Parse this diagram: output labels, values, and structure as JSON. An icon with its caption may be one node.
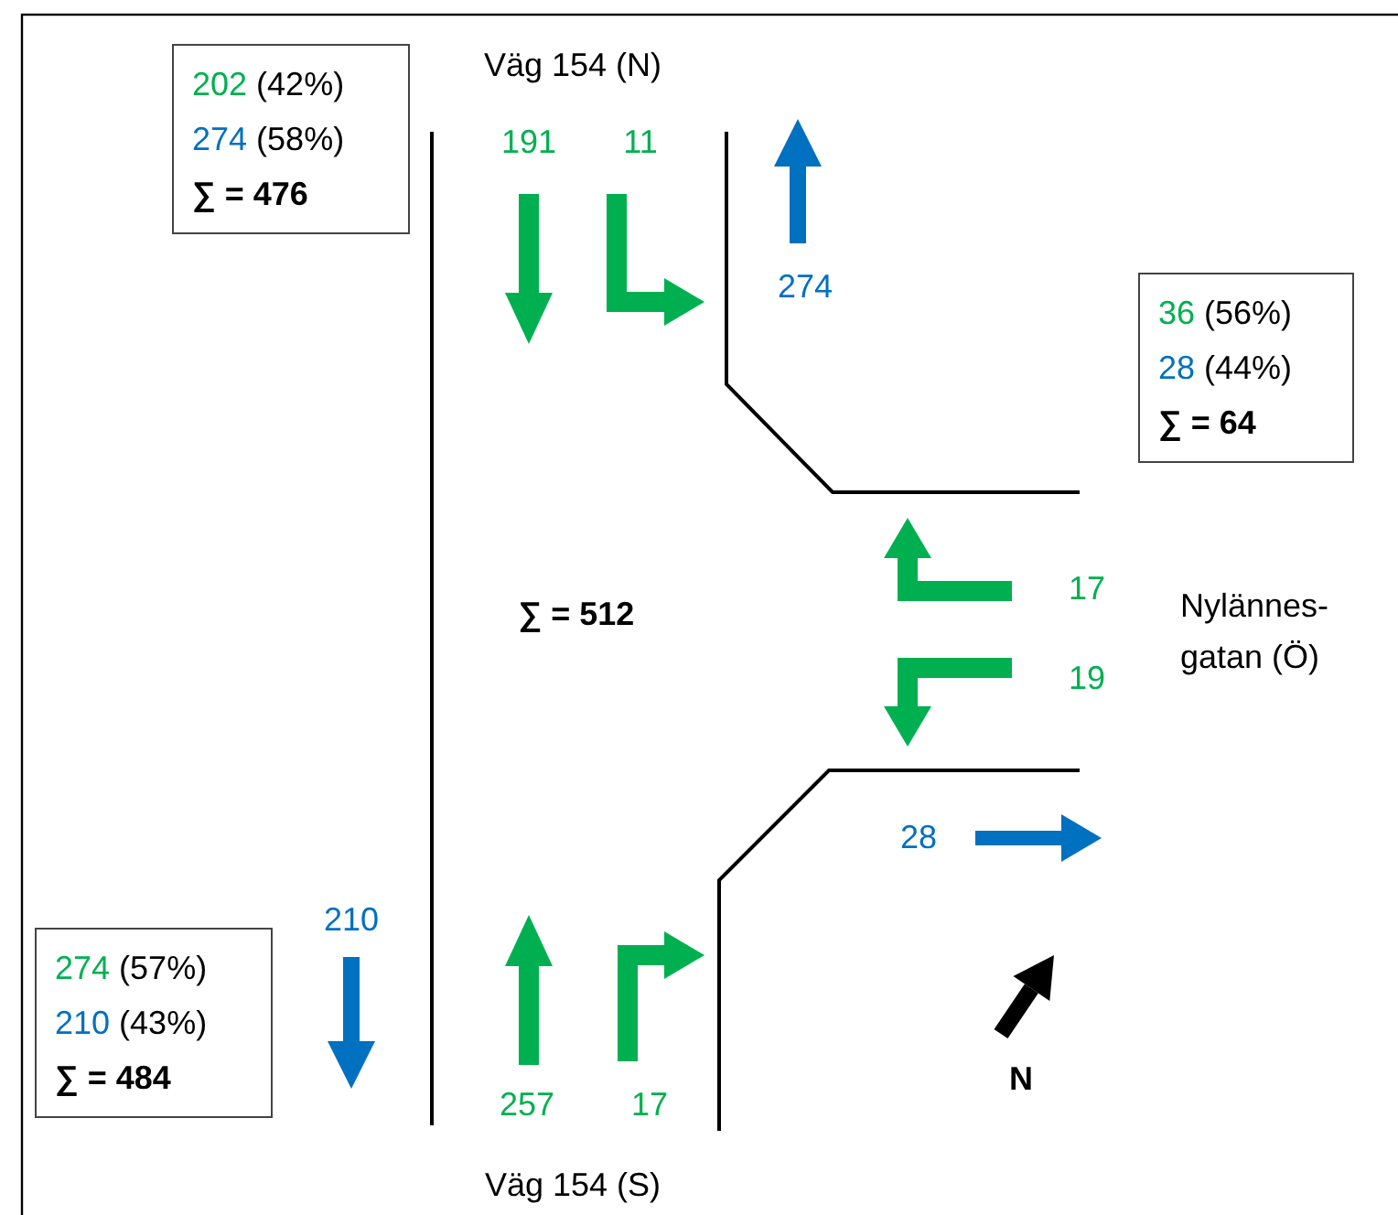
{
  "diagram": {
    "nodes": [
      {
        "text": [
          "202 (42%)",
          "274 (58%)",
          "∑ = 476"
        ]
      },
      {
        "text": [
          "36 (56%)",
          "28 (44%)",
          "∑ = 64"
        ]
      },
      {
        "text": [
          "274 (57%)",
          "210 (43%)",
          "∑ = 484"
        ]
      }
    ],
    "labels": [
      "Väg 154 (N)",
      "191",
      "11",
      "274",
      "∑ = 512",
      "17",
      "Nylännes- gatan (Ö)",
      "19",
      "28",
      "210",
      "257",
      "17",
      "N",
      "Väg 154 (S)"
    ]
  }
}
